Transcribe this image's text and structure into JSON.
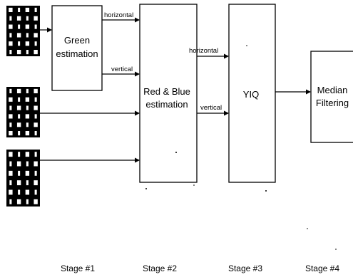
{
  "blocks": {
    "green": {
      "line1": "Green",
      "line2": "estimation"
    },
    "redblue": {
      "line1": "Red & Blue",
      "line2": "estimation"
    },
    "yiq": {
      "label": "YIQ"
    },
    "median": {
      "line1": "Median",
      "line2": "Filtering"
    }
  },
  "edges": {
    "horizontal_1": "horizontal",
    "vertical_1": "vertical",
    "horizontal_2": "horizontal",
    "vertical_2": "vertical"
  },
  "stages": [
    "Stage #1",
    "Stage #2",
    "Stage #3",
    "Stage #4"
  ],
  "colors": {
    "stroke": "#000000",
    "background": "#ffffff"
  }
}
